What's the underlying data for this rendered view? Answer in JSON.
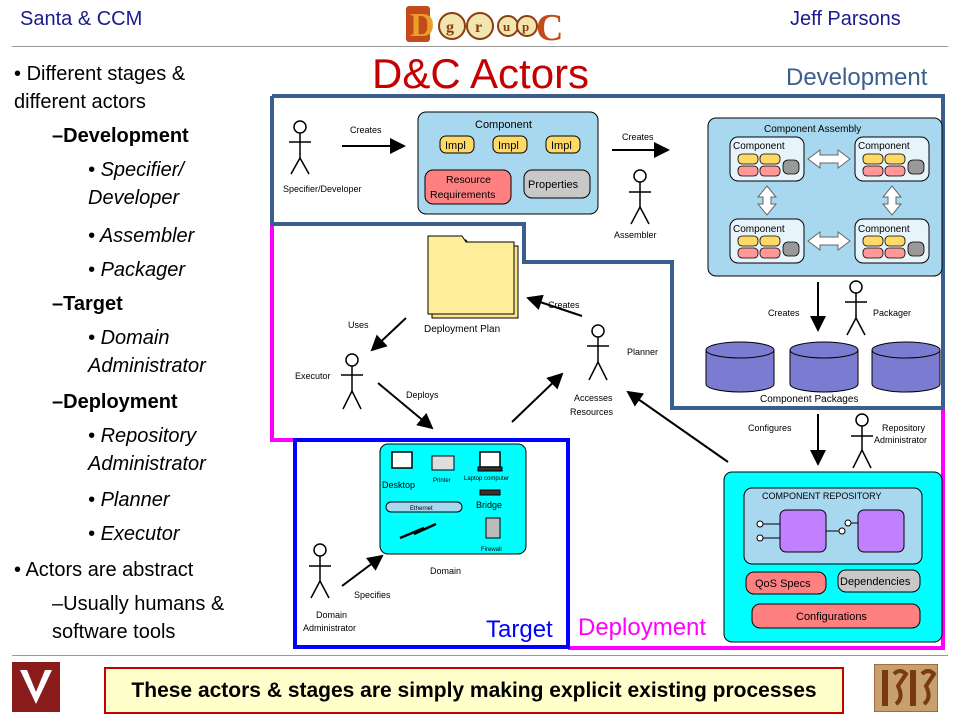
{
  "header": {
    "left": "Santa & CCM",
    "right": "Jeff Parsons",
    "logo_letters": [
      "D",
      "g",
      "r",
      "u",
      "p",
      "C"
    ]
  },
  "title": "D&C Actors",
  "bullets": [
    {
      "level": 1,
      "text": "Different stages & different actors"
    },
    {
      "level": 2,
      "text": "Development"
    },
    {
      "level": 3,
      "text": "Specifier/ Developer"
    },
    {
      "level": 3,
      "text": "Assembler"
    },
    {
      "level": 3,
      "text": "Packager"
    },
    {
      "level": 2,
      "text": "Target"
    },
    {
      "level": 3,
      "text": "Domain Administrator"
    },
    {
      "level": 2,
      "text": "Deployment"
    },
    {
      "level": 3,
      "text": "Repository Administrator"
    },
    {
      "level": 3,
      "text": "Planner"
    },
    {
      "level": 3,
      "text": "Executor"
    },
    {
      "level": 1,
      "text": "Actors are abstract"
    },
    {
      "level": 2,
      "text": "Usually humans & software tools"
    }
  ],
  "zones": {
    "development": "Development",
    "target": "Target",
    "deployment": "Deployment"
  },
  "actors": {
    "specifier": "Specifier/Developer",
    "assembler": "Assembler",
    "packager": "Packager",
    "repo_admin": "Repository Administrator",
    "planner": "Planner",
    "executor": "Executor",
    "domain_admin": "Domain Administrator"
  },
  "edges": {
    "creates1": "Creates",
    "creates2": "Creates",
    "creates3": "Creates",
    "creates4": "Creates",
    "uses": "Uses",
    "deploys": "Deploys",
    "configures": "Configures",
    "specifies": "Specifies",
    "accesses": "Accesses Resources"
  },
  "component": {
    "title": "Component",
    "impl": "Impl",
    "resreq": "Resource Requirements",
    "props": "Properties"
  },
  "assembly": {
    "title": "Component Assembly",
    "comp": "Component"
  },
  "plan": {
    "label": "Deployment Plan"
  },
  "packages": {
    "label": "Component Packages"
  },
  "domain": {
    "label": "Domain",
    "desktop": "Desktop",
    "printer": "Printer",
    "laptop": "Laptop computer",
    "ethernet": "Ethernet",
    "bridge": "Bridge",
    "firewall": "Firewall"
  },
  "repository": {
    "title": "COMPONENT REPOSITORY",
    "qos": "QoS Specs",
    "deps": "Dependencies",
    "configs": "Configurations"
  },
  "footer": "These actors & stages are simply making explicit existing processes",
  "colors": {
    "development": "#3a5f8f",
    "target": "#0000ff",
    "deployment": "#ff00ff",
    "title": "#c40000",
    "blue_text": "#1a1a8c",
    "cyan": "#00ffff",
    "lightblue": "#a8d8f0",
    "pink": "#ff8080"
  }
}
